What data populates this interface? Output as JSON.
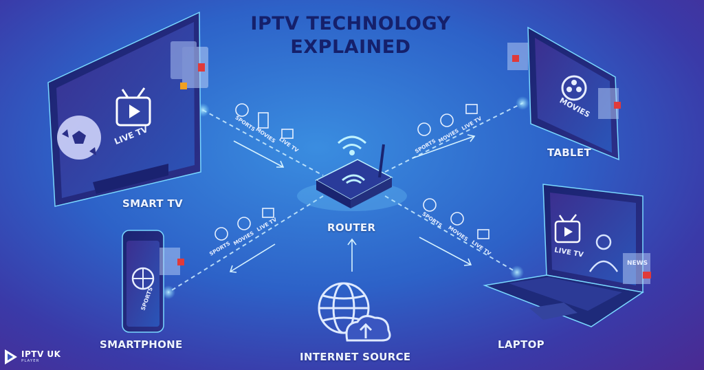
{
  "title": {
    "line1": "IPTV TECHNOLOGY",
    "line2": "EXPLAINED"
  },
  "devices": {
    "smart_tv": "SMART TV",
    "tablet": "TABLET",
    "router": "ROUTER",
    "smartphone": "SMARTPHONE",
    "laptop": "LAPTOP",
    "internet": "INTERNET SOURCE"
  },
  "screens": {
    "tv_live": "LIVE TV",
    "tablet_movies": "MOVIES",
    "laptop_live": "LIVE TV",
    "laptop_news": "NEWS",
    "phone_sports": "SPORTS"
  },
  "stream_tags": {
    "sports": "SPORTS",
    "movies": "MOVIES",
    "live": "LIVE TV"
  },
  "logo": {
    "name": "IPTV UK",
    "sub": "PLAYER"
  },
  "colors": {
    "title": "#15206b",
    "accent": "#7ad8ff",
    "glow": "#9fe6ff"
  },
  "icons": [
    "tv-icon",
    "router-icon",
    "globe-icon",
    "cloud-upload-icon",
    "football-icon",
    "film-reel-icon",
    "basketball-icon",
    "news-anchor-icon",
    "play-icon",
    "wifi-icon"
  ]
}
